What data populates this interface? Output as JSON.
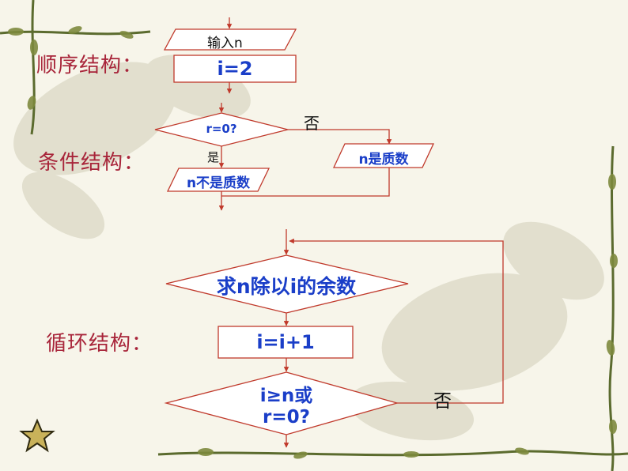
{
  "sections": {
    "sequence": "顺序结构：",
    "condition": "条件结构：",
    "loop": "循环结构："
  },
  "sequence": {
    "input": "输入n",
    "assign": "i=2"
  },
  "condition": {
    "decision": "r=0?",
    "no": "否",
    "yes": "是",
    "prime": "n是质数",
    "not_prime": "n不是质数"
  },
  "loop": {
    "remainder": "求n除以i的余数",
    "increment": "i=i+1",
    "decision_line1": "i≥n或",
    "decision_line2": "r=0?",
    "no": "否"
  },
  "colors": {
    "section_label": "#a8253a",
    "node_text": "#1a3ec8",
    "frame": "#c0392b",
    "vine": "#5b6b2e"
  },
  "icons": {
    "corner": "star-icon"
  }
}
